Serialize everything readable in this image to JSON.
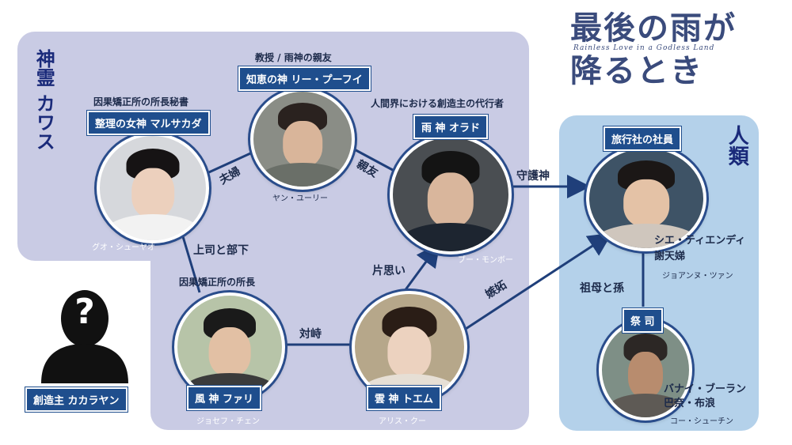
{
  "title": {
    "main_line1": "最後の雨が",
    "main_line2": "降るとき",
    "subtitle": "Rainless Love in a Godless Land"
  },
  "groups": {
    "gods": "神霊 カワス",
    "humans": "人類"
  },
  "characters": {
    "yury": {
      "role": "教授 / 雨神の親友",
      "name": "知恵の神 リー・プーフイ",
      "actor": "ヤン・ユーリー"
    },
    "guo": {
      "role": "因果矯正所の所長秘書",
      "name": "整理の女神 マルサカダ",
      "actor": "グオ・シューヤオ"
    },
    "morning": {
      "role": "人間界における創造主の代行者",
      "name": "雨 神 オラド",
      "actor": "ブー・モンボー"
    },
    "joseph": {
      "role": "因果矯正所の所長",
      "name": "風 神 ファリ",
      "actor": "ジョセフ・チェン"
    },
    "alice": {
      "name": "雲 神 トエム",
      "actor": "アリス・クー"
    },
    "joanne": {
      "role": "旅行社の社員",
      "name_line1": "シエ・ティエンディ",
      "name_line2": "謝天娣",
      "actor": "ジョアンヌ・ツァン"
    },
    "priest": {
      "role": "祭 司",
      "name_line1": "バナイ・ブーラン",
      "name_line2": "巴奈・布浪",
      "actor": "コー・シューチン"
    },
    "creator": {
      "name": "創造主 カカラヤン",
      "mark": "?"
    }
  },
  "relations": {
    "couple": "夫婦",
    "friends": "親友",
    "guardian": "守護神",
    "boss": "上司と部下",
    "unrequited": "片思い",
    "jealousy": "嫉妬",
    "rivalry": "対峙",
    "grandmother": "祖母と孫"
  },
  "colors": {
    "gods_panel": "#c9cbe4",
    "humans_panel": "#b4d1ea",
    "namebox": "#1f4e8d",
    "line": "#1f3f7a"
  }
}
